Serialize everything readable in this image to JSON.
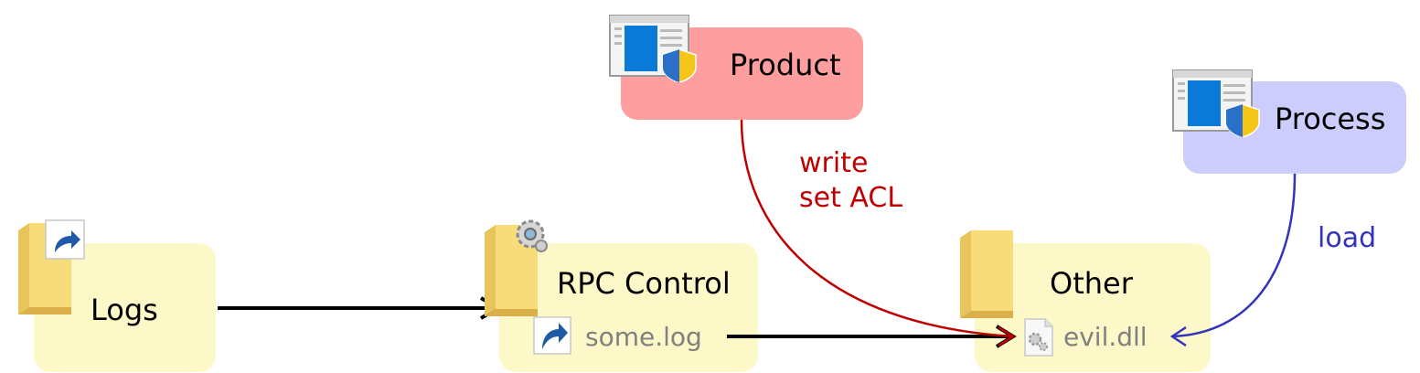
{
  "nodes": {
    "product": {
      "label": "Product",
      "icon": "application-uac-icon",
      "color": "#ff9e9e"
    },
    "process": {
      "label": "Process",
      "icon": "application-uac-icon",
      "color": "#cdcdfd"
    },
    "logs": {
      "label": "Logs",
      "icon": "folder-shortcut-icon",
      "color": "#fdf8c7"
    },
    "rpc_control": {
      "label": "RPC Control",
      "icon": "folder-gear-icon",
      "color": "#fdf8c7",
      "file": {
        "label": "some.log",
        "icon": "shortcut-icon"
      }
    },
    "other": {
      "label": "Other",
      "icon": "folder-icon",
      "color": "#fdf8c7",
      "file": {
        "label": "evil.dll",
        "icon": "dll-file-icon"
      }
    }
  },
  "edges": {
    "write": {
      "line1": "write",
      "line2": "set ACL",
      "color": "#c00000"
    },
    "load": {
      "label": "load",
      "color": "#3333bb"
    },
    "link_color": "#000000"
  }
}
